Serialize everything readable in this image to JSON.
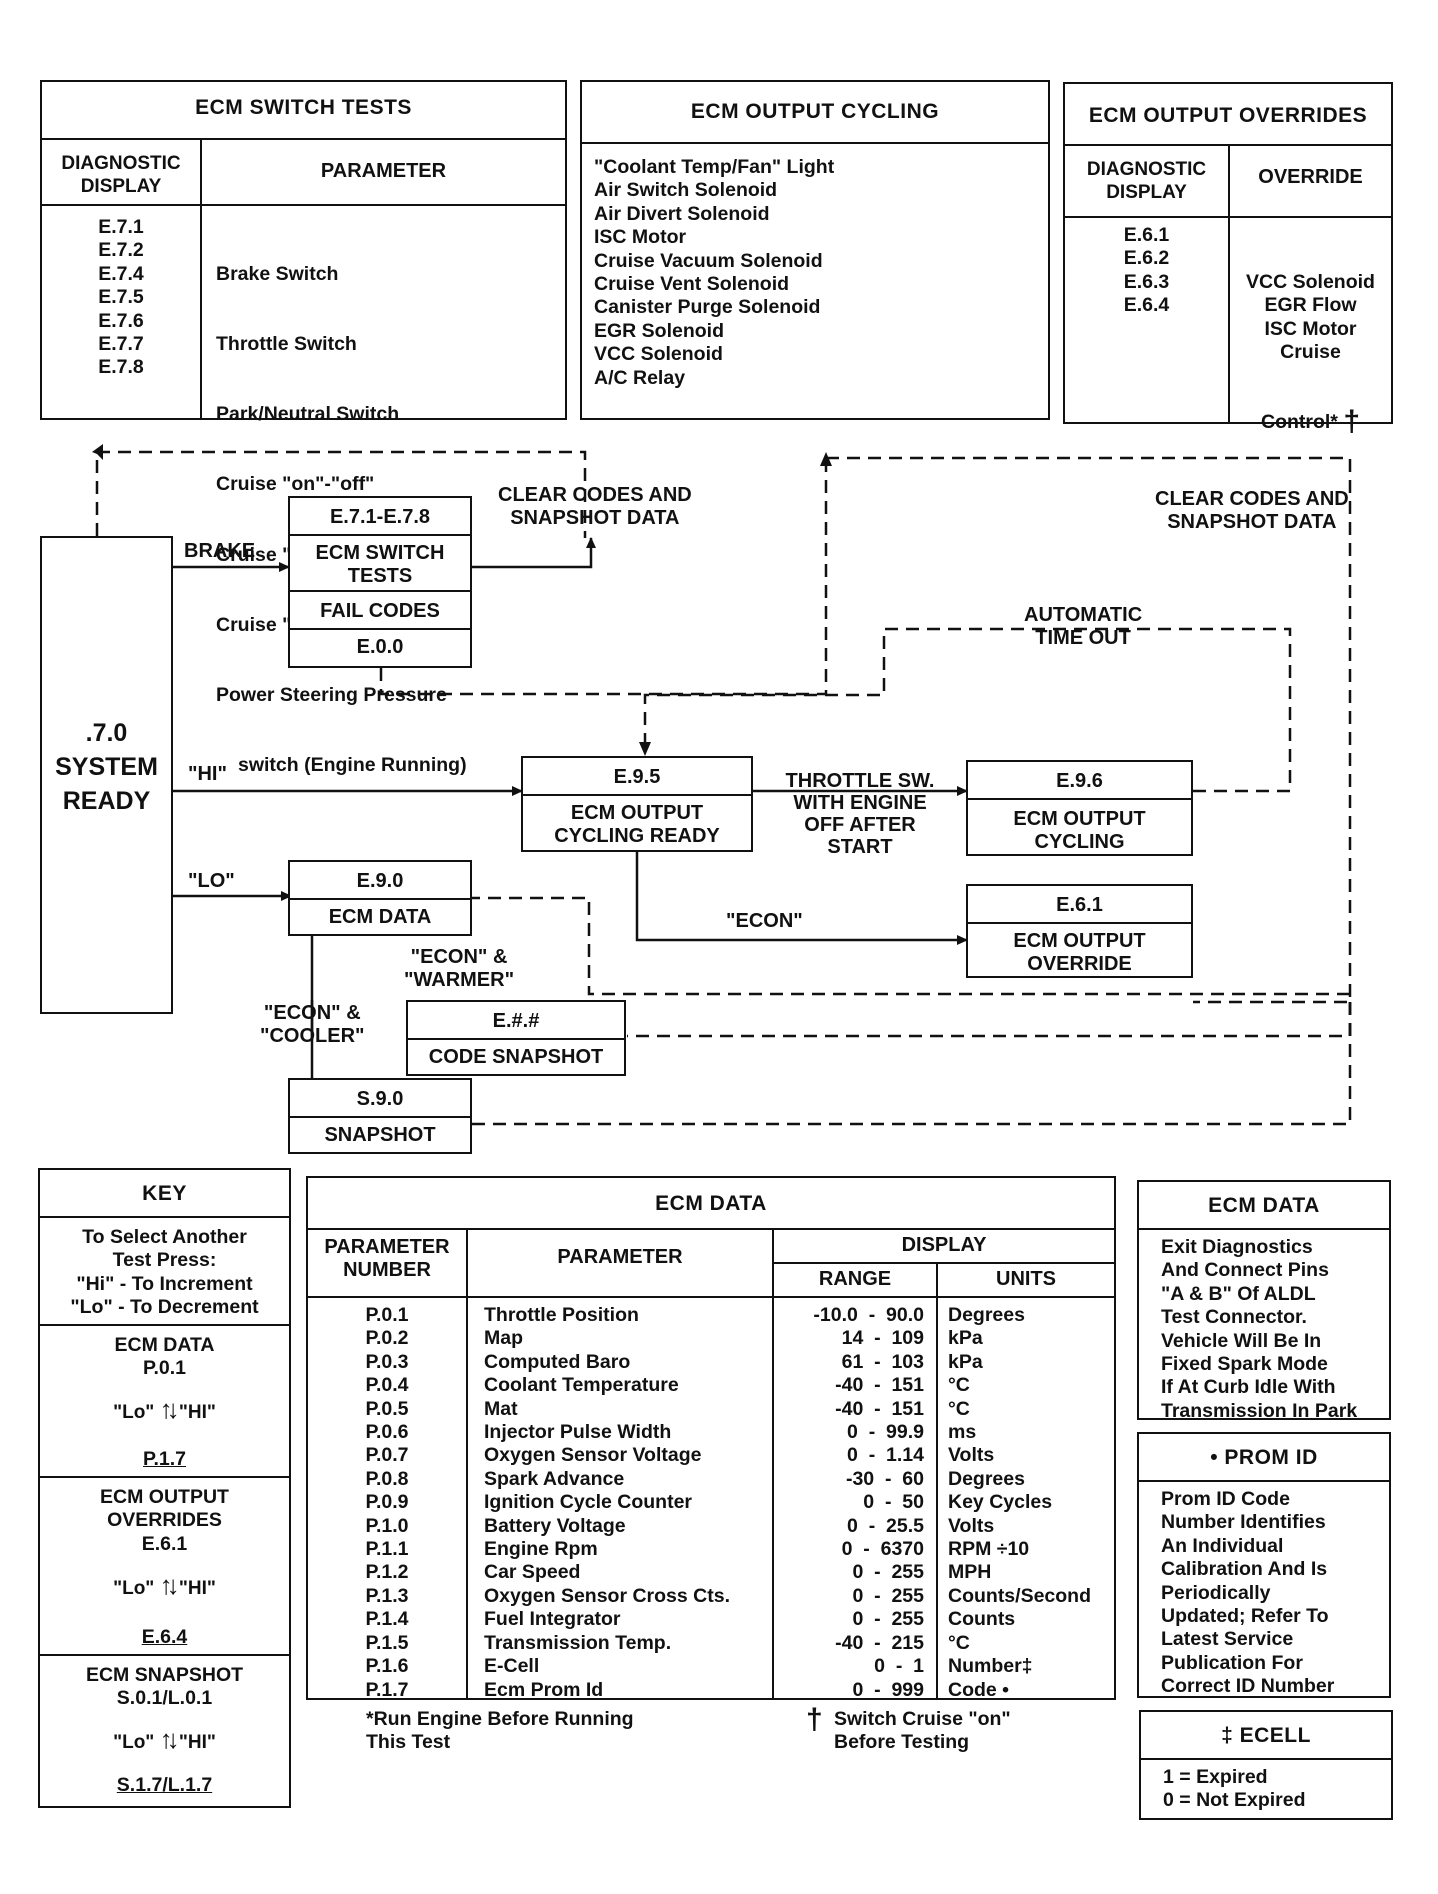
{
  "switch_tests": {
    "title": "ECM SWITCH TESTS",
    "col1": "DIAGNOSTIC\nDISPLAY",
    "col2": "PARAMETER",
    "codes": "E.7.1\nE.7.2\nE.7.4\nE.7.5\nE.7.6\nE.7.7\nE.7.8",
    "params": [
      "Brake Switch",
      "Throttle Switch",
      "Park/Neutral Switch",
      "Cruise \"on\"-\"off\"",
      "Cruise \"set/Coast\"",
      "Cruise \"resume/Accel.\"",
      "Power Steering Pressure",
      "switch (Engine Running)"
    ]
  },
  "output_cycling": {
    "title": "ECM OUTPUT CYCLING",
    "items": "\"Coolant Temp/Fan\" Light\nAir Switch Solenoid\nAir Divert Solenoid\nISC Motor\nCruise Vacuum Solenoid\nCruise Vent Solenoid\nCanister Purge Solenoid\nEGR Solenoid\nVCC Solenoid\nA/C Relay"
  },
  "overrides": {
    "title": "ECM OUTPUT OVERRIDES",
    "col1": "DIAGNOSTIC\nDISPLAY",
    "col2": "OVERRIDE",
    "codes": "E.6.1\nE.6.2\nE.6.3\nE.6.4",
    "items": "VCC Solenoid\nEGR Flow\nISC Motor\nCruise",
    "last": "Control*"
  },
  "flow": {
    "system_ready": ".7.0\nSYSTEM\nREADY",
    "brake": "BRAKE",
    "hi": "\"HI\"",
    "lo": "\"LO\"",
    "switch_box": {
      "code": "E.7.1-E.7.8",
      "name": "ECM SWITCH\nTESTS",
      "fail": "FAIL CODES",
      "e00": "E.0.0"
    },
    "clear1": "CLEAR CODES AND\nSNAPSHOT DATA",
    "clear2": "CLEAR CODES AND\nSNAPSHOT DATA",
    "auto_timeout": "AUTOMATIC\nTIME OUT",
    "e95": {
      "code": "E.9.5",
      "name": "ECM OUTPUT\nCYCLING READY"
    },
    "throttle": "THROTTLE SW.\nWITH ENGINE\nOFF AFTER\nSTART",
    "e96": {
      "code": "E.9.6",
      "name": "ECM OUTPUT\nCYCLING"
    },
    "econ": "\"ECON\"",
    "e61": {
      "code": "E.6.1",
      "name": "ECM OUTPUT\nOVERRIDE"
    },
    "e90": {
      "code": "E.9.0",
      "name": "ECM DATA"
    },
    "econ_warmer": "\"ECON\" &\n\"WARMER\"",
    "econ_cooler": "\"ECON\" &\n\"COOLER\"",
    "enn": {
      "code": "E.#.#",
      "name": "CODE SNAPSHOT"
    },
    "s90": {
      "code": "S.9.0",
      "name": "SNAPSHOT"
    }
  },
  "key": {
    "title": "KEY",
    "intro": "To Select Another\nTest Press:\n\"Hi\" - To Increment\n\"Lo\" - To Decrement",
    "sections": [
      {
        "title": "ECM DATA\nP.0.1",
        "lo": "\"Lo\"",
        "hi": "\"HI\"",
        "end": "P.1.7"
      },
      {
        "title": "ECM OUTPUT\nOVERRIDES\nE.6.1",
        "lo": "\"Lo\"",
        "hi": "\"HI\"",
        "end": "E.6.4"
      },
      {
        "title": "ECM SNAPSHOT\nS.0.1/L.0.1",
        "lo": "\"Lo\"",
        "hi": "\"HI\"",
        "end": "S.1.7/L.1.7"
      }
    ]
  },
  "ecm_data": {
    "title": "ECM DATA",
    "h_number": "PARAMETER\nNUMBER",
    "h_param": "PARAMETER",
    "h_display": "DISPLAY",
    "h_range": "RANGE",
    "h_units": "UNITS",
    "numbers": "P.0.1\nP.0.2\nP.0.3\nP.0.4\nP.0.5\nP.0.6\nP.0.7\nP.0.8\nP.0.9\nP.1.0\nP.1.1\nP.1.2\nP.1.3\nP.1.4\nP.1.5\nP.1.6\nP.1.7",
    "params": "Throttle Position\nMap\nComputed Baro\nCoolant Temperature\nMat\nInjector Pulse Width\nOxygen Sensor Voltage\nSpark Advance\nIgnition Cycle Counter\nBattery Voltage\nEngine Rpm\nCar Speed\nOxygen Sensor Cross Cts.\nFuel Integrator\nTransmission Temp.\nE-Cell\nEcm Prom Id",
    "ranges": "-10.0  -  90.0\n14  -  109\n61  -  103\n-40  -  151\n-40  -  151\n0  -  99.9\n0  -  1.14\n-30  -  60\n0  -  50\n0  -  25.5\n0  -  6370\n0  -  255\n0  -  255\n0  -  255\n-40  -  215\n0  -  1\n0  -  999",
    "units": "Degrees\nkPa\nkPa\n°C\n°C\nms\nVolts\nDegrees\nKey Cycles\nVolts\nRPM ÷10\nMPH\nCounts/Second\nCounts\n°C\nNumber‡\nCode •",
    "note_left": "*Run Engine Before Running\nThis Test",
    "note_right": "Switch Cruise \"on\"\nBefore Testing"
  },
  "ecm_data_side": {
    "title": "ECM DATA",
    "body": "Exit Diagnostics\nAnd Connect Pins\n\"A & B\" Of ALDL\nTest Connector.\nVehicle Will Be In\nFixed Spark Mode\nIf At Curb Idle With\nTransmission In Park"
  },
  "prom": {
    "title": "• PROM ID",
    "body": "Prom ID Code\nNumber Identifies\nAn Individual\nCalibration And Is\nPeriodically\nUpdated; Refer To\nLatest Service\nPublication For\nCorrect ID Number"
  },
  "ecell": {
    "title": "‡ ECELL",
    "body": "1 = Expired\n0 = Not Expired"
  },
  "symbols": {
    "dagger": "†",
    "updown": "↑↓"
  }
}
